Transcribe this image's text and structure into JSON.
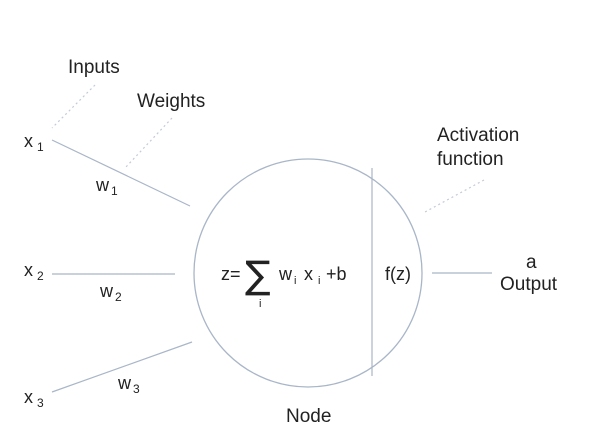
{
  "annotations": {
    "inputs": "Inputs",
    "weights": "Weights",
    "activation_line1": "Activation",
    "activation_line2": "function",
    "node": "Node",
    "output_var": "a",
    "output": "Output"
  },
  "inputs": [
    {
      "var": "x",
      "sub": "1"
    },
    {
      "var": "x",
      "sub": "2"
    },
    {
      "var": "x",
      "sub": "3"
    }
  ],
  "weights": [
    {
      "var": "w",
      "sub": "1"
    },
    {
      "var": "w",
      "sub": "2"
    },
    {
      "var": "w",
      "sub": "3"
    }
  ],
  "formula": {
    "lhs": "z=",
    "sigma": "∑",
    "index": "i",
    "w": "w",
    "w_sub": "i",
    "x": "x",
    "x_sub": "i",
    "tail": "+b"
  },
  "activation": "f(z)",
  "colors": {
    "line": "#a9b6c8",
    "text": "#222222"
  }
}
